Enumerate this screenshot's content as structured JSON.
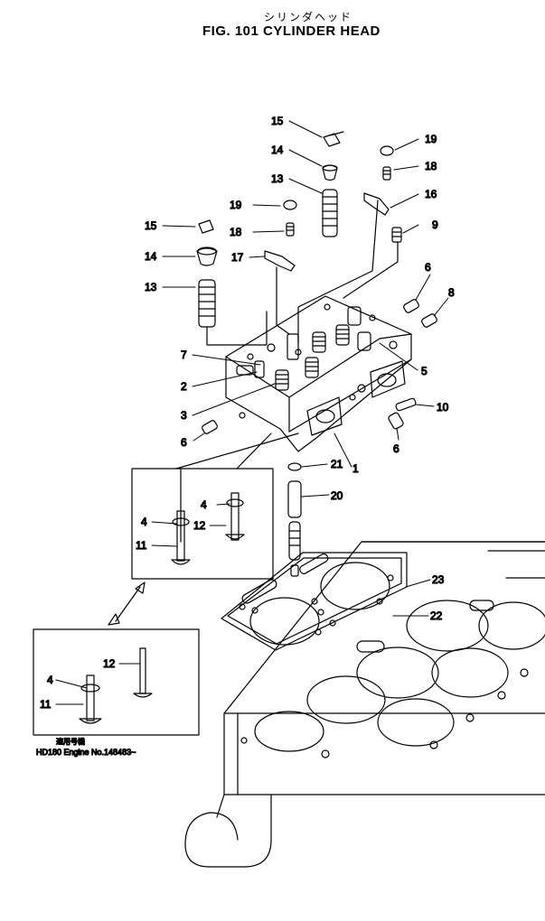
{
  "header": {
    "japanese_title": "シリンダヘッド",
    "figure_title": "FIG. 101  CYLINDER HEAD"
  },
  "callouts": [
    {
      "id": "c15a",
      "text": "15"
    },
    {
      "id": "c14a",
      "text": "14"
    },
    {
      "id": "c13a",
      "text": "13"
    },
    {
      "id": "c19a",
      "text": "19"
    },
    {
      "id": "c18a",
      "text": "18"
    },
    {
      "id": "c15b",
      "text": "15"
    },
    {
      "id": "c14b",
      "text": "14"
    },
    {
      "id": "c13b",
      "text": "13"
    },
    {
      "id": "c17",
      "text": "17"
    },
    {
      "id": "c19b",
      "text": "19"
    },
    {
      "id": "c18b",
      "text": "18"
    },
    {
      "id": "c16",
      "text": "16"
    },
    {
      "id": "c9",
      "text": "9"
    },
    {
      "id": "c6a",
      "text": "6"
    },
    {
      "id": "c8",
      "text": "8"
    },
    {
      "id": "c7",
      "text": "7"
    },
    {
      "id": "c2",
      "text": "2"
    },
    {
      "id": "c3",
      "text": "3"
    },
    {
      "id": "c5",
      "text": "5"
    },
    {
      "id": "c10",
      "text": "10"
    },
    {
      "id": "c6b",
      "text": "6"
    },
    {
      "id": "c6c",
      "text": "6"
    },
    {
      "id": "c1",
      "text": "1"
    },
    {
      "id": "c21",
      "text": "21"
    },
    {
      "id": "c20",
      "text": "20"
    },
    {
      "id": "c4a",
      "text": "4"
    },
    {
      "id": "c12a",
      "text": "12"
    },
    {
      "id": "c4b",
      "text": "4"
    },
    {
      "id": "c11a",
      "text": "11"
    },
    {
      "id": "c23",
      "text": "23"
    },
    {
      "id": "c22",
      "text": "22"
    },
    {
      "id": "c12b",
      "text": "12"
    },
    {
      "id": "c4c",
      "text": "4"
    },
    {
      "id": "c11b",
      "text": "11"
    }
  ],
  "inset": {
    "applicability_jp": "適用号機",
    "applicability": "HD180 Engine No.148483~"
  }
}
